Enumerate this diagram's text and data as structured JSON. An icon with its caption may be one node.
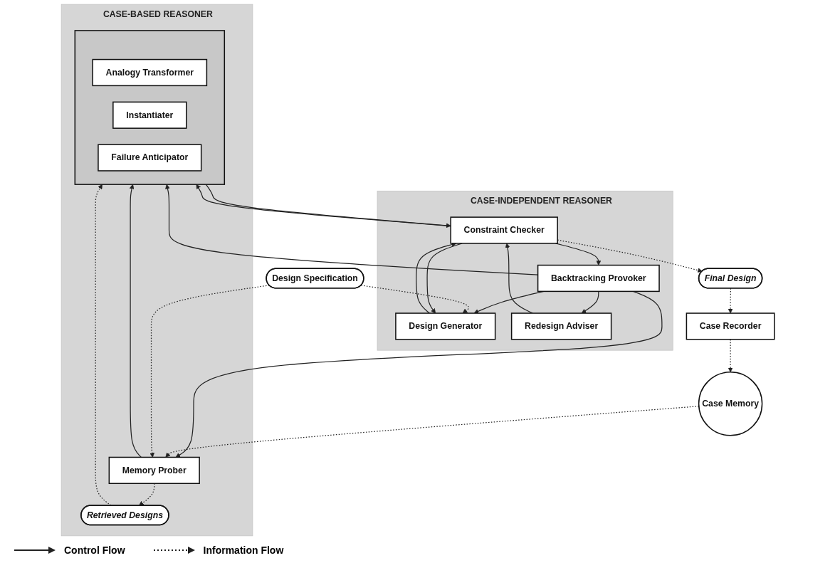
{
  "diagram": {
    "nodes": [
      {
        "text": [
          "CASE-INDEPENDENT REASONER"
        ]
      },
      {
        "text": [
          "Design Generator"
        ],
        "in": 0
      },
      {
        "text": [
          "Redesign Adviser"
        ],
        "in": 0
      },
      {
        "text": [
          "Backtracking Provoker"
        ],
        "in": 0
      },
      {
        "text": [
          "Constraint Checker"
        ],
        "in": 0
      },
      {
        "text": [
          "Design Specification"
        ]
      },
      {
        "text": [
          "Final Design"
        ]
      },
      {
        "text": [
          "CASE-BASED REASONER"
        ]
      },
      {
        "text": [],
        "shape": "box",
        "in": 7
      },
      {
        "text": [
          "Analogy Transformer"
        ],
        "in": 8
      },
      {
        "text": [
          "Instantiater"
        ],
        "in": 8
      },
      {
        "text": [
          "Failure Anticipator"
        ],
        "in": 8
      },
      {
        "text": [
          "Retrieved Designs"
        ],
        "in": 7
      },
      {
        "text": [
          "Memory Prober"
        ],
        "in": 7
      },
      {
        "text": [
          "Case Recorder"
        ]
      },
      {
        "text": [
          "Case Memory"
        ]
      }
    ],
    "edges": [
      {
        "from": 3,
        "to": 1,
        "arrow": "to"
      },
      {
        "from": 3,
        "to": 2,
        "arrow": "to"
      },
      {
        "from": 3,
        "to": 8,
        "arrow": "to"
      },
      {
        "from": 3,
        "to": 13,
        "arrow": "to"
      },
      {
        "from": 5,
        "to": 1,
        "arrow": "to",
        "style": "dashed"
      },
      {
        "from": 1,
        "to": 4,
        "arrow": "to"
      },
      {
        "from": 2,
        "to": 4,
        "arrow": "to"
      },
      {
        "from": 4,
        "to": 1,
        "arrow": "to"
      },
      {
        "from": 4,
        "to": 3,
        "arrow": "to"
      },
      {
        "from": 4,
        "to": 6,
        "arrow": "to",
        "style": "dashed"
      },
      {
        "from": 8,
        "to": 4,
        "arrow": "to"
      },
      {
        "from": 4,
        "to": 8,
        "arrow": "to"
      },
      {
        "from": 13,
        "to": 8,
        "arrow": "to"
      },
      {
        "from": 12,
        "to": 8,
        "arrow": "to",
        "style": "dashed"
      },
      {
        "from": 13,
        "to": 12,
        "arrow": "to",
        "style": "dashed"
      },
      {
        "from": 6,
        "to": 14,
        "arrow": "to",
        "style": "dashed"
      },
      {
        "from": 14,
        "to": 15,
        "arrow": "to",
        "style": "dashed"
      },
      {
        "from": 15,
        "to": 13,
        "arrow": "to",
        "style": "dashed"
      },
      {
        "from": 5,
        "to": 13,
        "arrow": "to",
        "style": "dashed"
      }
    ],
    "legend": [
      {
        "text": "Control Flow"
      },
      {
        "text": "Information Flow"
      }
    ]
  }
}
